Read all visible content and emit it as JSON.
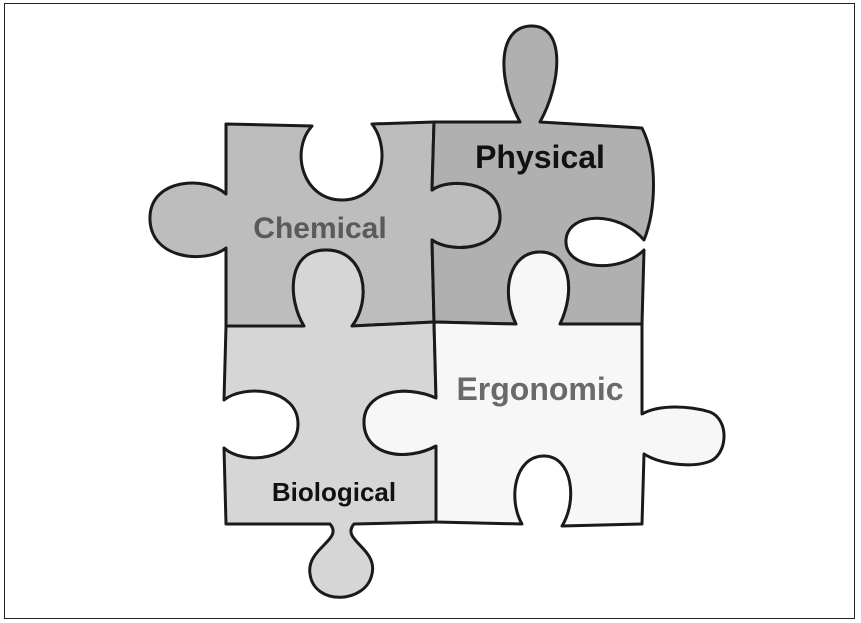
{
  "pieces": {
    "chemical": {
      "label": "Chemical",
      "fill": "#bdbdbd",
      "text_color": "#5a5a5a"
    },
    "physical": {
      "label": "Physical",
      "fill": "#b0b0b0",
      "text_color": "#111111"
    },
    "biological": {
      "label": "Biological",
      "fill": "#d6d6d6",
      "text_color": "#111111"
    },
    "ergonomic": {
      "label": "Ergonomic",
      "fill": "#f7f7f7",
      "text_color": "#6a6a6a"
    }
  }
}
